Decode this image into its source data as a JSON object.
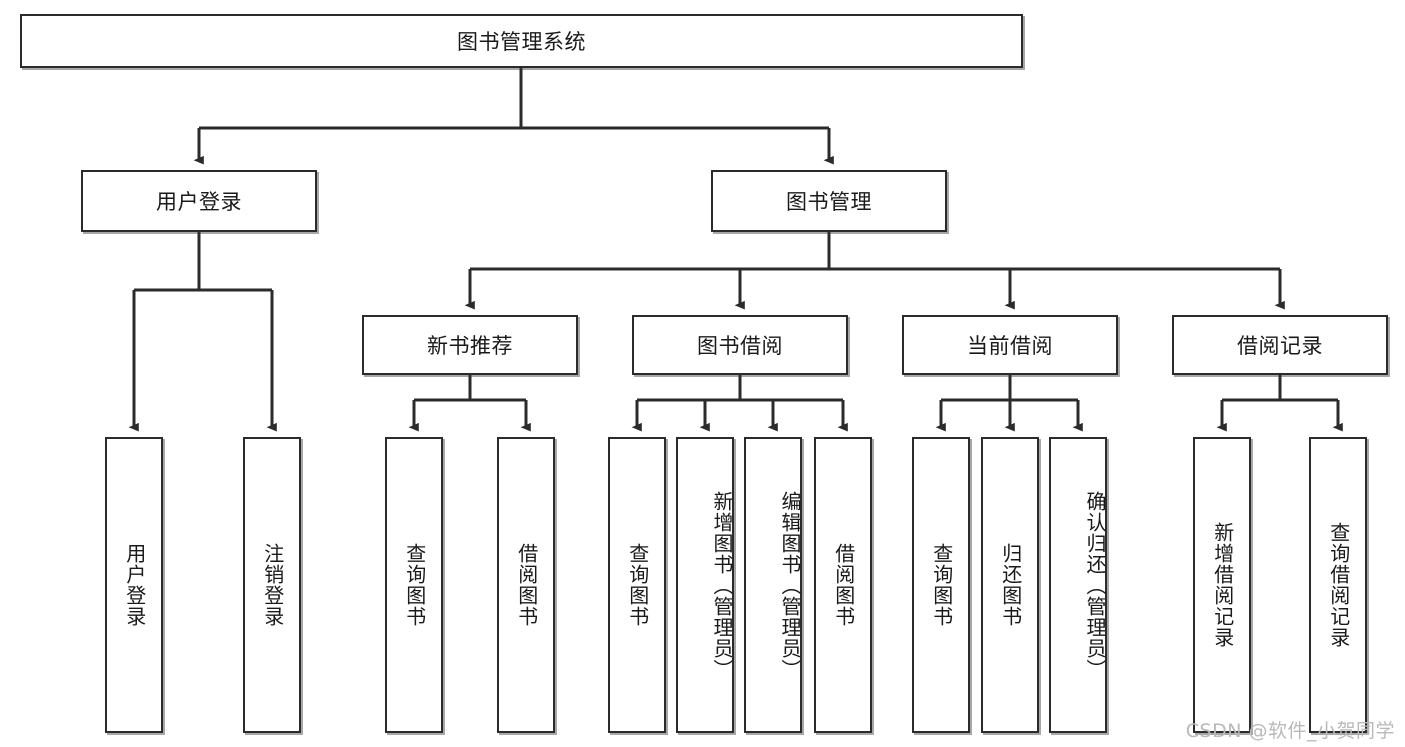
{
  "diagram": {
    "title_node": {
      "label": "图书管理系统"
    },
    "level2": [
      {
        "id": "user-login",
        "label": "用户登录"
      },
      {
        "id": "book-manage",
        "label": "图书管理"
      }
    ],
    "level3": [
      {
        "id": "new-book-rec",
        "label": "新书推荐"
      },
      {
        "id": "book-borrow",
        "label": "图书借阅"
      },
      {
        "id": "current-borrow",
        "label": "当前借阅"
      },
      {
        "id": "borrow-record",
        "label": "借阅记录"
      }
    ],
    "leaves": {
      "user_login": [
        {
          "id": "leaf-user-login",
          "label": "用户登录"
        },
        {
          "id": "leaf-logout-login",
          "label": "注销登录"
        }
      ],
      "new_book_rec": [
        {
          "id": "leaf-query-book-1",
          "label": "查询图书"
        },
        {
          "id": "leaf-borrow-book-1",
          "label": "借阅图书"
        }
      ],
      "book_borrow": [
        {
          "id": "leaf-query-book-2",
          "label": "查询图书"
        },
        {
          "id": "leaf-add-book",
          "label": "新增图书（管理员）"
        },
        {
          "id": "leaf-edit-book",
          "label": "编辑图书（管理员）"
        },
        {
          "id": "leaf-borrow-book-2",
          "label": "借阅图书"
        }
      ],
      "current_borrow": [
        {
          "id": "leaf-query-book-3",
          "label": "查询图书"
        },
        {
          "id": "leaf-return-book",
          "label": "归还图书"
        },
        {
          "id": "leaf-confirm-return",
          "label": "确认归还（管理员）"
        }
      ],
      "borrow_record": [
        {
          "id": "leaf-add-record",
          "label": "新增借阅记录"
        },
        {
          "id": "leaf-query-record",
          "label": "查询借阅记录"
        }
      ]
    },
    "watermark": "CSDN @软件_小贺同学",
    "colors": {
      "stroke": "#2b2b2b",
      "fill": "#ffffff",
      "text": "#1a1a1a",
      "watermark": "#b9b9b9"
    }
  }
}
